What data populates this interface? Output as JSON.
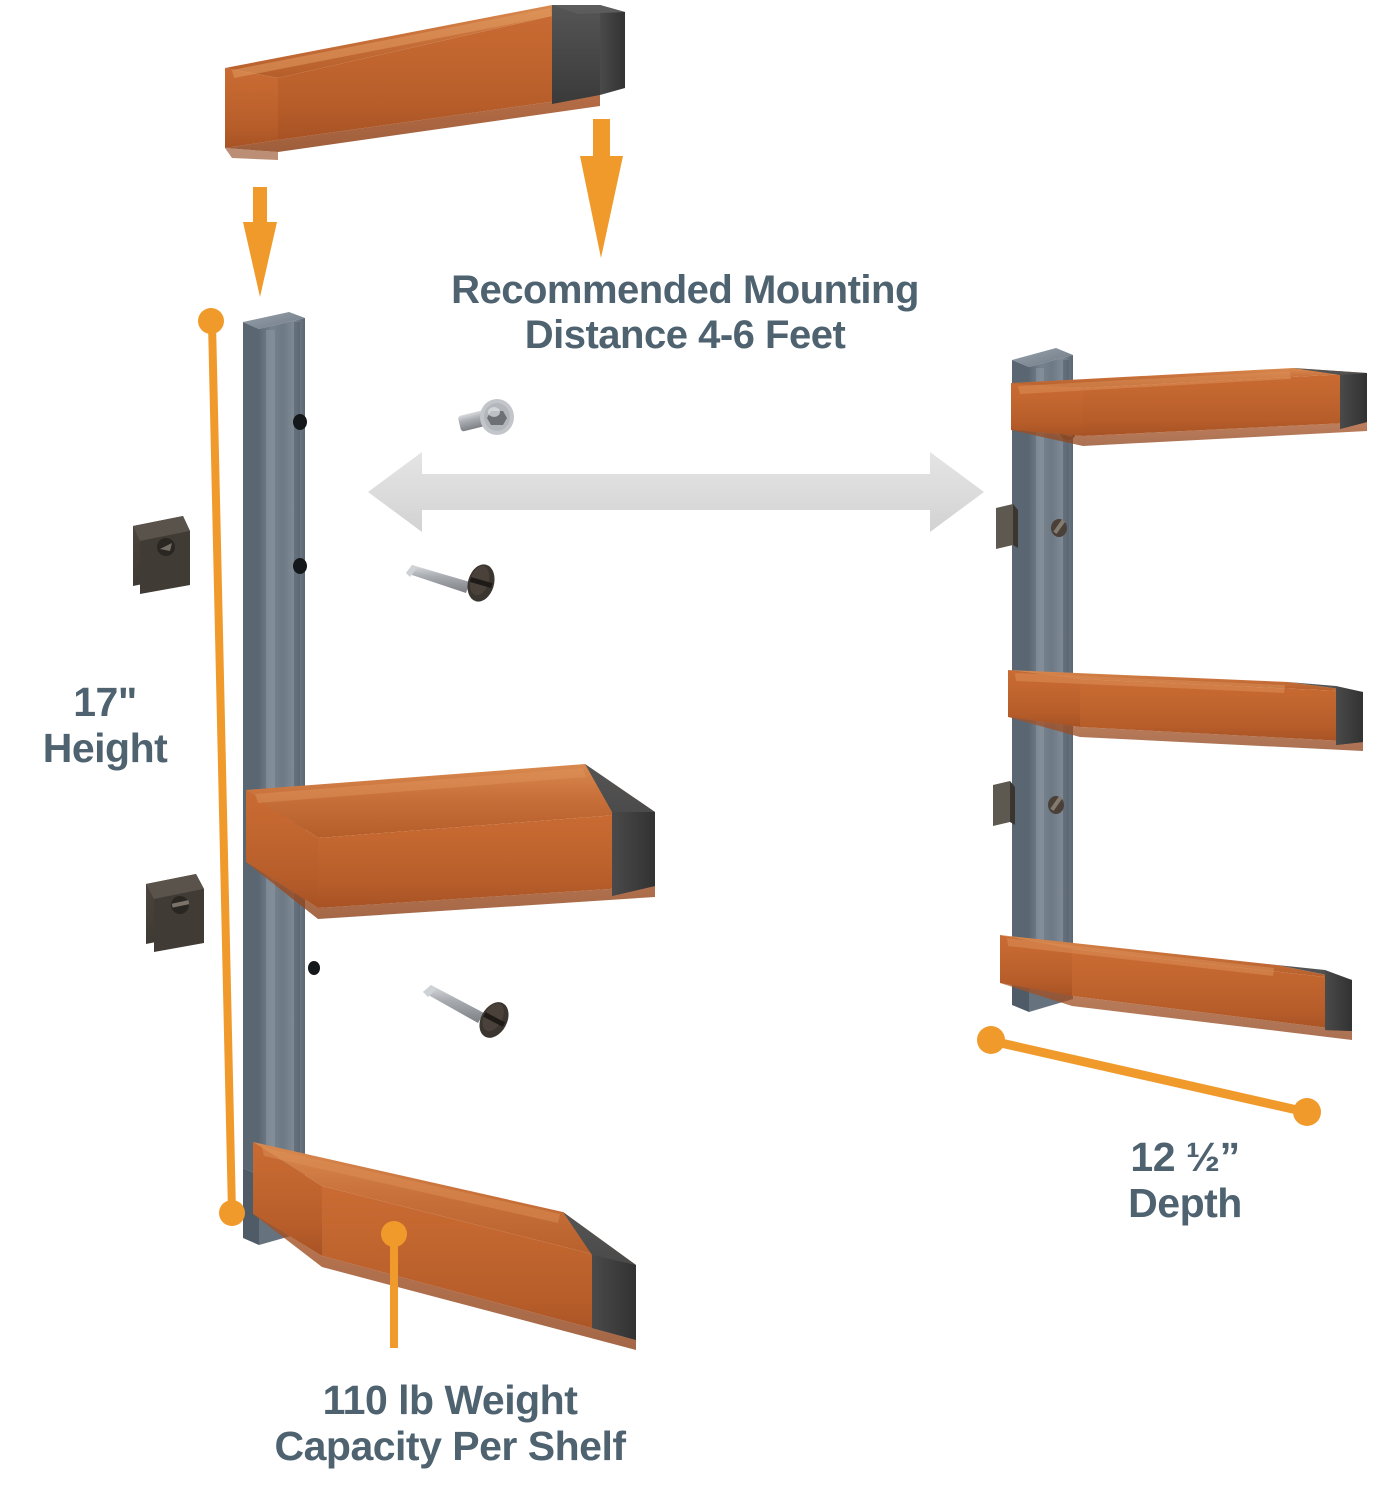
{
  "diagram": {
    "title": "Wall Mounted Lumber Storage Rack Dimension Diagram",
    "background": "#ffffff"
  },
  "labels": {
    "mounting_distance_line1": "Recommended Mounting",
    "mounting_distance_line2": "Distance 4-6 Feet",
    "height_line1": "17\"",
    "height_line2": "Height",
    "depth_line1": "12 ½”",
    "depth_line2": "Depth",
    "weight_line1": "110 lb Weight",
    "weight_line2": "Capacity Per Shelf"
  },
  "colors": {
    "orange_arm": "#c1662f",
    "orange_arm_light": "#cf7a43",
    "orange_arm_dark": "#a8522479",
    "orange_accent": "#f09a2b",
    "gray_post": "#6b7884",
    "gray_post_light": "#8b96a0",
    "gray_post_dark": "#566370",
    "end_cap": "#4a4a4a",
    "end_cap_dark": "#3a3a3a",
    "text": "#4e6270",
    "arrow_gray": "#dcdcdc",
    "screw_silver": "#b9bcc0",
    "screw_head_dark": "#3b3530"
  },
  "parts": {
    "exploded_arm": "detached orange shelf arm above left post",
    "left_post": "gray vertical upright with mounting holes",
    "left_arms": 2,
    "right_post": "gray vertical upright",
    "right_arms": 3,
    "brackets": 2,
    "screws": 3,
    "drop_arrows": 2
  },
  "measurements": {
    "height_value": "17\"",
    "depth_value": "12 ½”",
    "weight_capacity": "110 lb",
    "mounting_distance": "4-6 Feet"
  },
  "icons": {
    "drop_arrow": "downward-arrow",
    "span_arrow": "double-headed-arrow",
    "dimension_line": "dimension-line-with-dots"
  }
}
